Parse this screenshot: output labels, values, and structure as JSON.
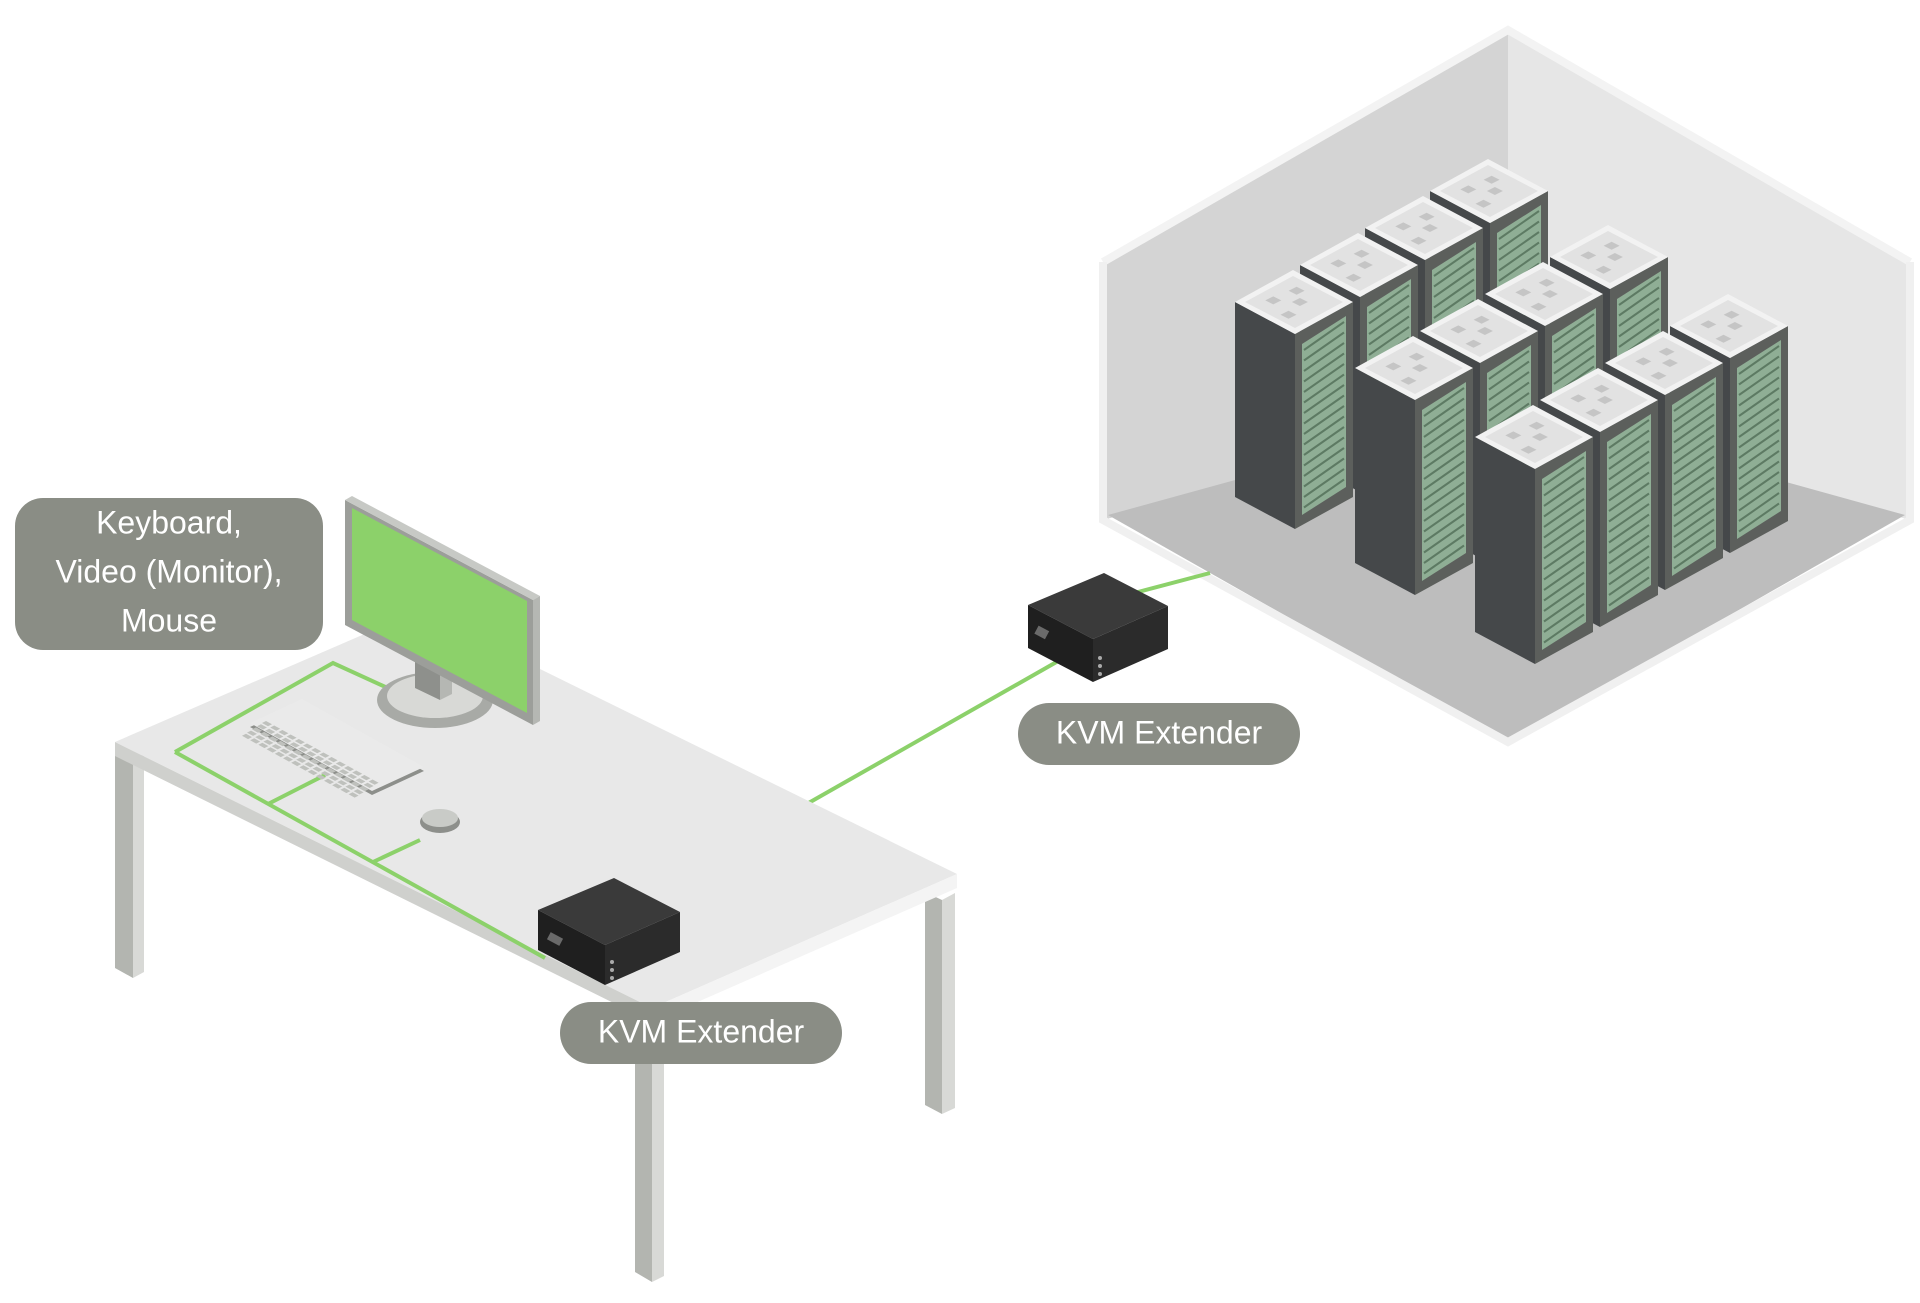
{
  "labels": {
    "kvm_devices": [
      "Keyboard,",
      "Video (Monitor),",
      "Mouse"
    ],
    "extender_desk": "KVM Extender",
    "extender_server": "KVM Extender"
  },
  "colors": {
    "cable": "#8cd16a",
    "screen": "#8cd16a",
    "label_bg": "#8a8d85",
    "label_text": "#ffffff",
    "desk_top": "#e7e7e7",
    "desk_leg": "#b8bab5",
    "box_dark": "#2b2b2b",
    "rack_body": "#4a4d4a",
    "room_wall": "#d5d5d5",
    "room_floor": "#b9b9b9"
  }
}
